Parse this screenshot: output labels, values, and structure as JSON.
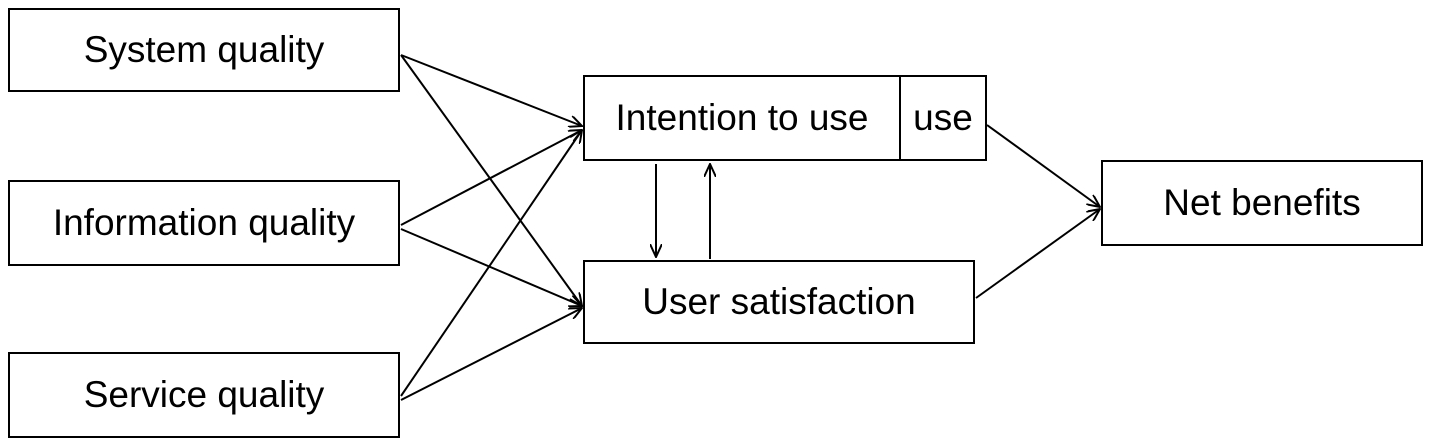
{
  "diagram": {
    "nodes": {
      "system_quality": "System quality",
      "information_quality": "Information quality",
      "service_quality": "Service quality",
      "intention_to_use": "Intention to use",
      "use": "use",
      "user_satisfaction": "User satisfaction",
      "net_benefits": "Net benefits"
    },
    "edges": [
      {
        "from": "system_quality",
        "to": "intention_to_use"
      },
      {
        "from": "system_quality",
        "to": "user_satisfaction"
      },
      {
        "from": "information_quality",
        "to": "intention_to_use"
      },
      {
        "from": "information_quality",
        "to": "user_satisfaction"
      },
      {
        "from": "service_quality",
        "to": "intention_to_use"
      },
      {
        "from": "service_quality",
        "to": "user_satisfaction"
      },
      {
        "from": "intention_to_use",
        "to": "user_satisfaction"
      },
      {
        "from": "user_satisfaction",
        "to": "intention_to_use"
      },
      {
        "from": "use",
        "to": "net_benefits"
      },
      {
        "from": "user_satisfaction",
        "to": "net_benefits"
      }
    ],
    "colors": {
      "stroke": "#000000",
      "background": "#ffffff"
    }
  }
}
